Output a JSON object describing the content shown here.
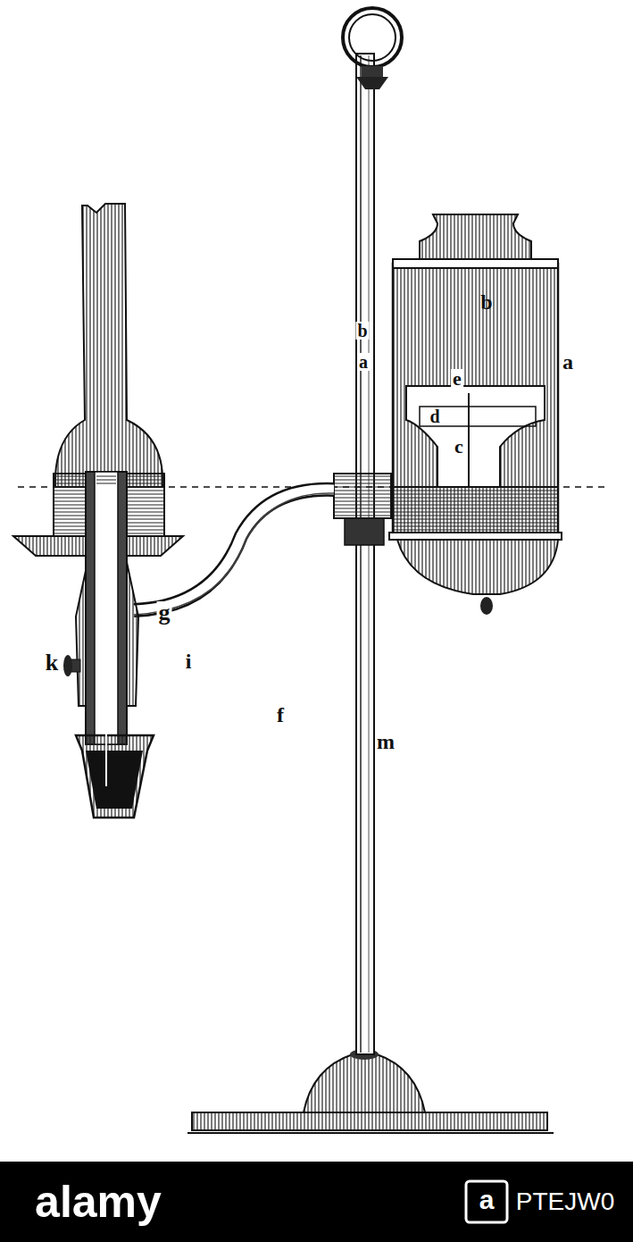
{
  "diagram": {
    "labels": [
      "b",
      "b",
      "a",
      "a",
      "e",
      "d",
      "c",
      "g",
      "k",
      "i",
      "f",
      "m",
      "alamy",
      "a",
      "PTEJW0"
    ]
  }
}
